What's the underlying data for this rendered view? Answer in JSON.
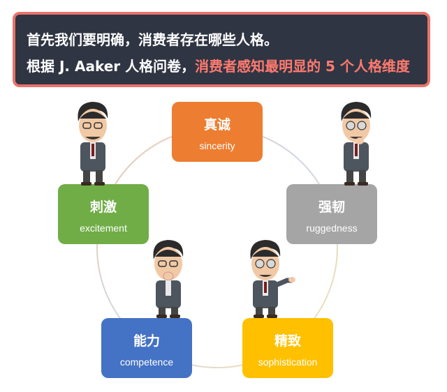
{
  "banner": {
    "line1": "首先我们要明确，消费者存在哪些人格。",
    "line2_prefix": "根据 J. Aaker 人格问卷，",
    "line2_highlight": "消费者感知最明显的 5 个人格维度"
  },
  "dimensions": [
    {
      "zh": "真诚",
      "en": "sincerity",
      "color": "#ed7d31"
    },
    {
      "zh": "刺激",
      "en": "excitement",
      "color": "#70ad47"
    },
    {
      "zh": "强韧",
      "en": "ruggedness",
      "color": "#a5a5a5"
    },
    {
      "zh": "能力",
      "en": "competence",
      "color": "#4472c4"
    },
    {
      "zh": "精致",
      "en": "sophistication",
      "color": "#ffc000"
    }
  ],
  "colors": {
    "banner_bg": "#2f3542",
    "banner_border": "#e8736b",
    "highlight": "#ff7a70"
  }
}
